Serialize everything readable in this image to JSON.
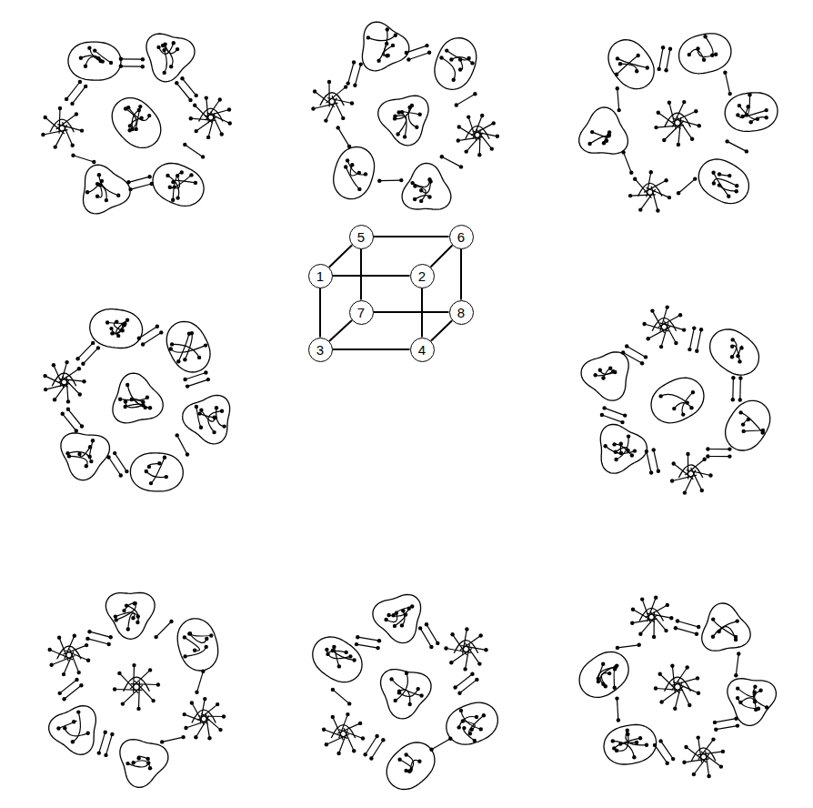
{
  "diagram": {
    "nodes": [
      {
        "text": [
          "1"
        ]
      },
      {
        "text": [
          "2"
        ]
      },
      {
        "text": [
          "3"
        ]
      },
      {
        "text": [
          "4"
        ]
      },
      {
        "text": [
          "5"
        ]
      },
      {
        "text": [
          "6"
        ]
      },
      {
        "text": [
          "7"
        ]
      },
      {
        "text": [
          "8"
        ]
      }
    ],
    "edges": [
      {
        "from": 0,
        "to": 1,
        "arrow": "none"
      },
      {
        "from": 0,
        "to": 2,
        "arrow": "none"
      },
      {
        "from": 0,
        "to": 4,
        "arrow": "none"
      },
      {
        "from": 1,
        "to": 3,
        "arrow": "none"
      },
      {
        "from": 1,
        "to": 5,
        "arrow": "none"
      },
      {
        "from": 2,
        "to": 3,
        "arrow": "none"
      },
      {
        "from": 2,
        "to": 6,
        "arrow": "none"
      },
      {
        "from": 3,
        "to": 7,
        "arrow": "none"
      },
      {
        "from": 4,
        "to": 5,
        "arrow": "none"
      },
      {
        "from": 4,
        "to": 6,
        "arrow": "none"
      },
      {
        "from": 5,
        "to": 7,
        "arrow": "none"
      },
      {
        "from": 6,
        "to": 7,
        "arrow": "none"
      }
    ]
  }
}
